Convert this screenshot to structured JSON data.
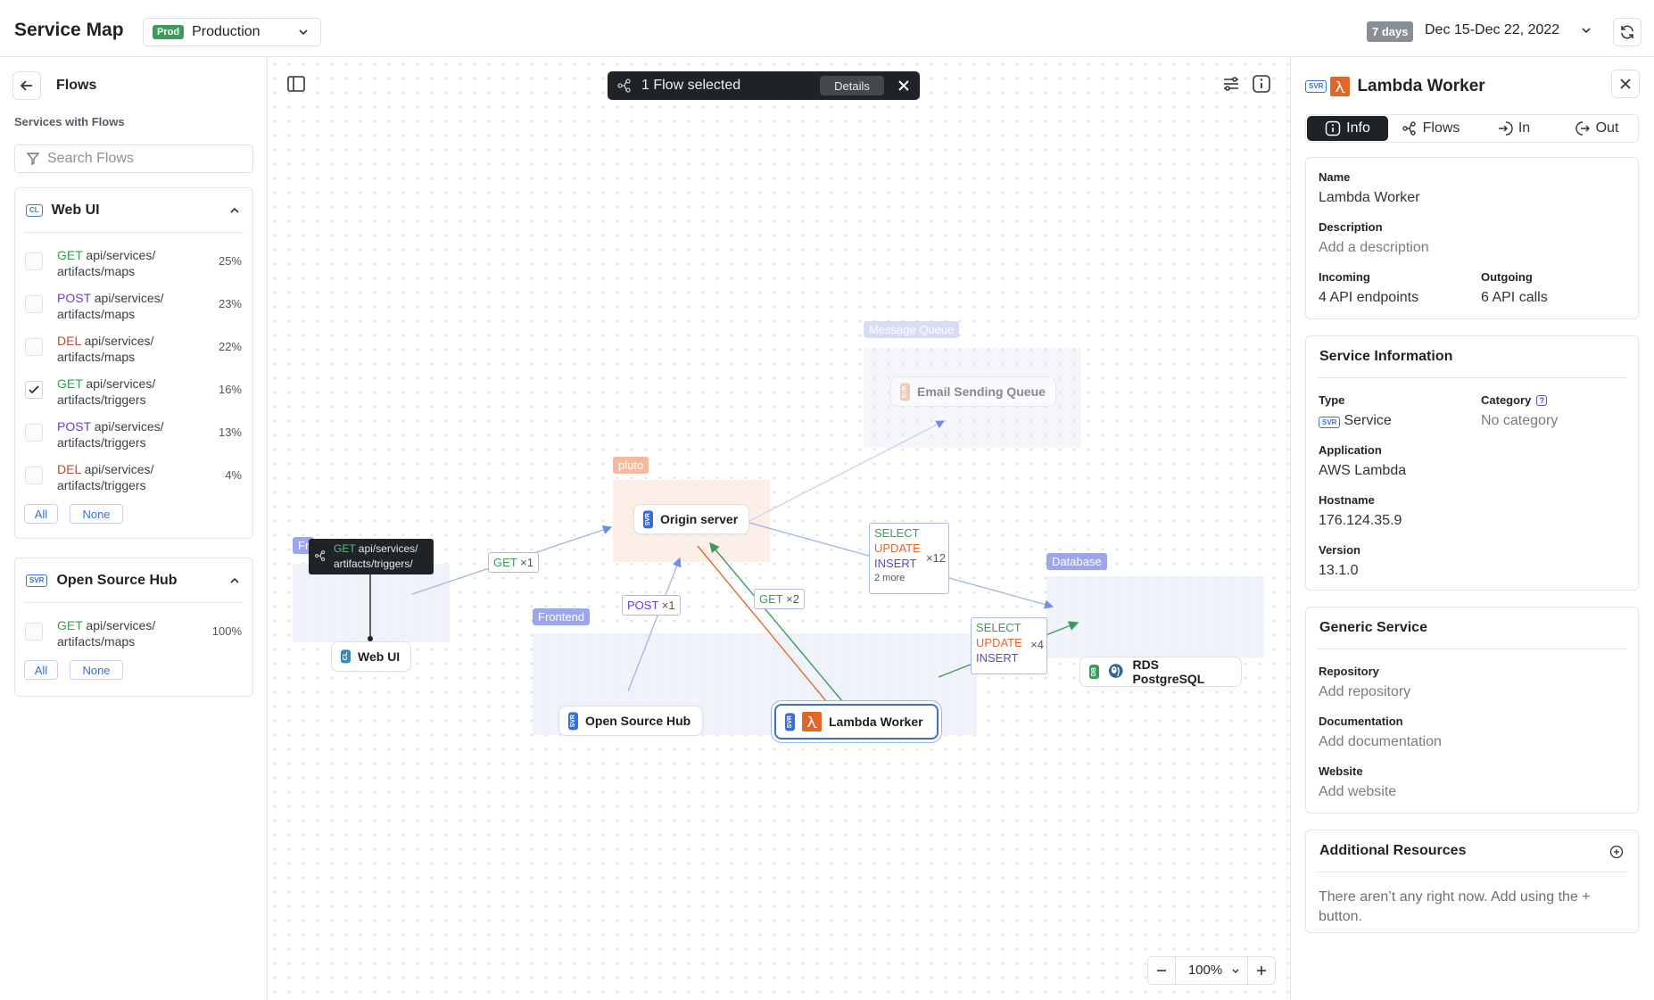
{
  "header": {
    "title": "Service Map",
    "env_badge": "Prod",
    "env_name": "Production",
    "days_badge": "7 days",
    "date_range": "Dec 15-Dec 22, 2022"
  },
  "left_panel": {
    "title": "Flows",
    "subtitle": "Services with Flows",
    "search_placeholder": "Search Flows",
    "cards": [
      {
        "tag": "CL",
        "name": "Web UI",
        "flows": [
          {
            "method": "GET",
            "path1": "api/services/",
            "path2": "artifacts/maps",
            "pct": "25%",
            "checked": false
          },
          {
            "method": "POST",
            "path1": "api/services/",
            "path2": "artifacts/maps",
            "pct": "23%",
            "checked": false
          },
          {
            "method": "DEL",
            "path1": "api/services/",
            "path2": "artifacts/maps",
            "pct": "22%",
            "checked": false
          },
          {
            "method": "GET",
            "path1": "api/services/",
            "path2": "artifacts/triggers",
            "pct": "16%",
            "checked": true
          },
          {
            "method": "POST",
            "path1": "api/services/",
            "path2": "artifacts/triggers",
            "pct": "13%",
            "checked": false
          },
          {
            "method": "DEL",
            "path1": "api/services/",
            "path2": "artifacts/triggers",
            "pct": "4%",
            "checked": false
          }
        ],
        "all_label": "All",
        "none_label": "None"
      },
      {
        "tag": "SVR",
        "name": "Open Source Hub",
        "flows": [
          {
            "method": "GET",
            "path1": "api/services/",
            "path2": "artifacts/maps",
            "pct": "100%",
            "checked": false
          }
        ],
        "all_label": "All",
        "none_label": "None"
      }
    ]
  },
  "canvas": {
    "banner_text": "1 Flow selected",
    "details_label": "Details",
    "zoom": "100%",
    "groups": {
      "message_queue": "Message Queue",
      "pluto": "pluto",
      "frontend_left": "Fr",
      "frontend": "Frontend",
      "database": "Database"
    },
    "nodes": {
      "email_queue": {
        "tag": "SVR",
        "name": "Email Sending Queue"
      },
      "origin": {
        "tag": "SVR",
        "name": "Origin server"
      },
      "web_ui": {
        "tag": "CL",
        "name": "Web UI"
      },
      "open_source_hub": {
        "tag": "SVR",
        "name": "Open Source Hub"
      },
      "lambda_worker": {
        "tag": "SVR",
        "name": "Lambda Worker"
      },
      "rds": {
        "tag": "DB",
        "name": "RDS PostgreSQL"
      }
    },
    "tooltip": {
      "method": "GET",
      "path1": "api/services/",
      "path2": "artifacts/triggers/"
    },
    "edge_labels": {
      "get1": {
        "method": "GET",
        "count": "×1"
      },
      "post1": {
        "method": "POST",
        "count": "×1"
      },
      "get2": {
        "method": "GET",
        "count": "×2"
      },
      "sql12": {
        "select": "SELECT",
        "update": "UPDATE",
        "insert": "INSERT",
        "count": "×12",
        "more": "2 more"
      },
      "sql4": {
        "select": "SELECT",
        "update": "UPDATE",
        "insert": "INSERT",
        "count": "×4"
      }
    },
    "colors": {
      "get": "#3d9a5b",
      "post": "#6a3fd1",
      "update": "#e0672a",
      "edge": "#9fb5e8"
    }
  },
  "right_panel": {
    "tag": "SVR",
    "title": "Lambda Worker",
    "tabs": [
      "Info",
      "Flows",
      "In",
      "Out"
    ],
    "general": {
      "name_label": "Name",
      "name_value": "Lambda Worker",
      "desc_label": "Description",
      "desc_placeholder": "Add a description",
      "incoming_label": "Incoming",
      "incoming_value": "4 API endpoints",
      "outgoing_label": "Outgoing",
      "outgoing_value": "6 API calls"
    },
    "service_info": {
      "title": "Service Information",
      "type_label": "Type",
      "type_value": "Service",
      "category_label": "Category",
      "category_value": "No category",
      "application_label": "Application",
      "application_value": "AWS Lambda",
      "hostname_label": "Hostname",
      "hostname_value": "176.124.35.9",
      "version_label": "Version",
      "version_value": "13.1.0"
    },
    "generic": {
      "title": "Generic Service",
      "repo_label": "Repository",
      "repo_placeholder": "Add repository",
      "docs_label": "Documentation",
      "docs_placeholder": "Add documentation",
      "website_label": "Website",
      "website_placeholder": "Add website"
    },
    "resources": {
      "title": "Additional Resources",
      "empty_text": "There aren’t any right now. Add using the + button."
    }
  }
}
